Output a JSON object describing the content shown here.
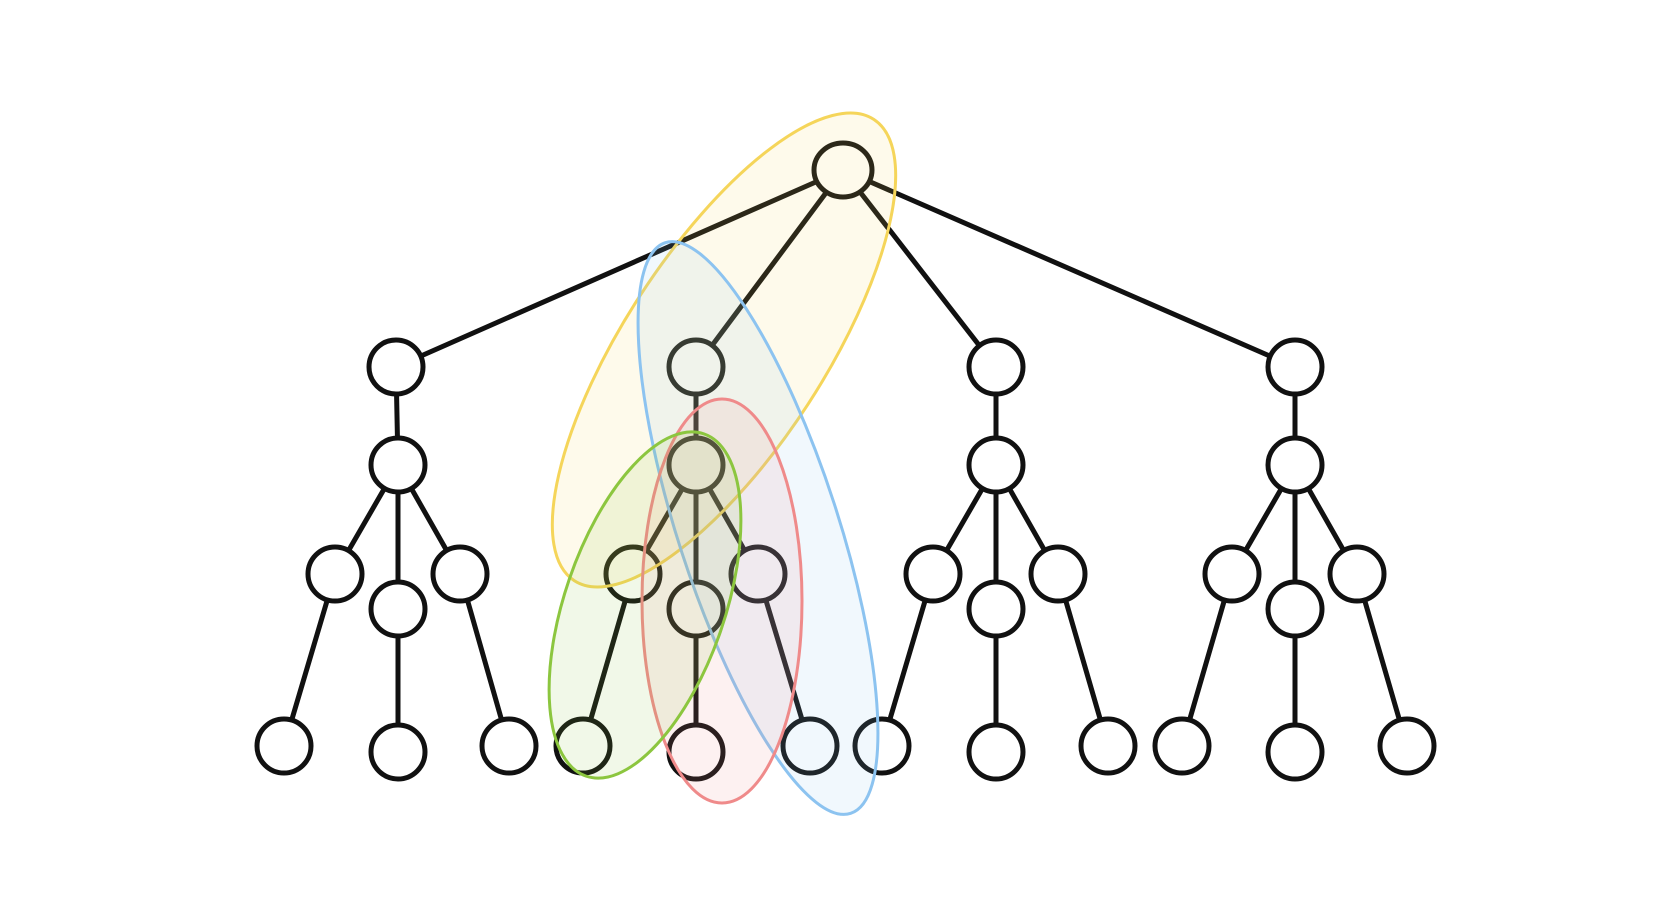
{
  "diagram": {
    "type": "tree",
    "colors": {
      "node_fill": "#ffffff",
      "node_stroke": "#111111",
      "edge": "#111111",
      "yellow": "#f5d55a",
      "blue": "#8cc3f0",
      "red": "#ef8a8a",
      "green": "#8cc63f"
    },
    "nodes": [
      {
        "id": "root",
        "level": 0
      },
      {
        "id": "a",
        "level": 1
      },
      {
        "id": "b",
        "level": 1
      },
      {
        "id": "c",
        "level": 1
      },
      {
        "id": "d",
        "level": 1
      },
      {
        "id": "a1",
        "level": 2
      },
      {
        "id": "b1",
        "level": 2
      },
      {
        "id": "c1",
        "level": 2
      },
      {
        "id": "d1",
        "level": 2
      },
      {
        "id": "a1l",
        "level": 3
      },
      {
        "id": "a1m",
        "level": 3
      },
      {
        "id": "a1r",
        "level": 3
      },
      {
        "id": "b1l",
        "level": 3
      },
      {
        "id": "b1m",
        "level": 3
      },
      {
        "id": "b1r",
        "level": 3
      },
      {
        "id": "c1l",
        "level": 3
      },
      {
        "id": "c1m",
        "level": 3
      },
      {
        "id": "c1r",
        "level": 3
      },
      {
        "id": "d1l",
        "level": 3
      },
      {
        "id": "d1m",
        "level": 3
      },
      {
        "id": "d1r",
        "level": 3
      },
      {
        "id": "a2l",
        "level": 4
      },
      {
        "id": "a2m",
        "level": 4
      },
      {
        "id": "a2r",
        "level": 4
      },
      {
        "id": "b2l",
        "level": 4
      },
      {
        "id": "b2m",
        "level": 4
      },
      {
        "id": "b2r",
        "level": 4
      },
      {
        "id": "c2l",
        "level": 4
      },
      {
        "id": "c2m",
        "level": 4
      },
      {
        "id": "c2r",
        "level": 4
      },
      {
        "id": "d2l",
        "level": 4
      },
      {
        "id": "d2m",
        "level": 4
      },
      {
        "id": "d2r",
        "level": 4
      }
    ],
    "edges": [
      [
        "root",
        "a"
      ],
      [
        "root",
        "b"
      ],
      [
        "root",
        "c"
      ],
      [
        "root",
        "d"
      ],
      [
        "a",
        "a1"
      ],
      [
        "b",
        "b1"
      ],
      [
        "c",
        "c1"
      ],
      [
        "d",
        "d1"
      ],
      [
        "a1",
        "a1l"
      ],
      [
        "a1",
        "a1m"
      ],
      [
        "a1",
        "a1r"
      ],
      [
        "b1",
        "b1l"
      ],
      [
        "b1",
        "b1m"
      ],
      [
        "b1",
        "b1r"
      ],
      [
        "c1",
        "c1l"
      ],
      [
        "c1",
        "c1m"
      ],
      [
        "c1",
        "c1r"
      ],
      [
        "d1",
        "d1l"
      ],
      [
        "d1",
        "d1m"
      ],
      [
        "d1",
        "d1r"
      ],
      [
        "a1l",
        "a2l"
      ],
      [
        "a1m",
        "a2m"
      ],
      [
        "a1r",
        "a2r"
      ],
      [
        "b1l",
        "b2l"
      ],
      [
        "b1m",
        "b2m"
      ],
      [
        "b1r",
        "b2r"
      ],
      [
        "c1l",
        "c2l"
      ],
      [
        "c1m",
        "c2m"
      ],
      [
        "c1r",
        "c2r"
      ],
      [
        "d1l",
        "d2l"
      ],
      [
        "d1m",
        "d2m"
      ],
      [
        "d1r",
        "d2r"
      ]
    ],
    "highlight_regions": [
      {
        "name": "yellow-region",
        "color": "yellow"
      },
      {
        "name": "blue-region",
        "color": "blue"
      },
      {
        "name": "red-region",
        "color": "red"
      },
      {
        "name": "green-region",
        "color": "green"
      }
    ]
  }
}
